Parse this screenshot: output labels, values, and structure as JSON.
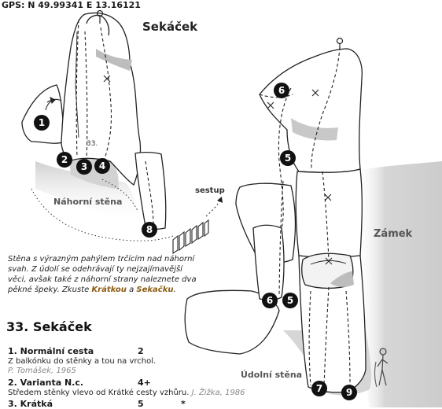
{
  "gps": "GPS: N 49.99341 E 13.16121",
  "title": "Sekáček",
  "labels": {
    "nahorni_stena": "Náhorní stěna",
    "sestup": "sestup",
    "udolni_stena": "Údolní stěna",
    "zamek": "Zámek",
    "route_33": "33."
  },
  "description": {
    "part1": "Stěna s výrazným pahýlem trčícím nad náhorní svah. Z údolí se odehrávají ty nejzajímavější věci, avšak také z náhorní strany naleznete dva pěkné špeky. Zkuste ",
    "link1": "Krátkou",
    "part2": " a ",
    "link2": "Sekačku",
    "part3": "."
  },
  "section": "33. Sekáček",
  "routes": [
    {
      "name": "1. Normální cesta",
      "grade": "2",
      "star": "",
      "desc": "Z balkónku do stěnky a tou na vrchol.",
      "author": "P. Tomášek, 1965"
    },
    {
      "name": "2. Varianta N.c.",
      "grade": "4+",
      "star": "",
      "desc": "Středem stěnky vlevo od Krátké cesty vzhůru.",
      "author": "J. Žižka, 1986"
    },
    {
      "name": "3. Krátká",
      "grade": "5",
      "star": "*",
      "desc": "",
      "author": ""
    }
  ],
  "markers_left": [
    "1",
    "2",
    "3",
    "4",
    "8"
  ],
  "markers_right": [
    "6",
    "5",
    "6",
    "5",
    "7",
    "9"
  ]
}
